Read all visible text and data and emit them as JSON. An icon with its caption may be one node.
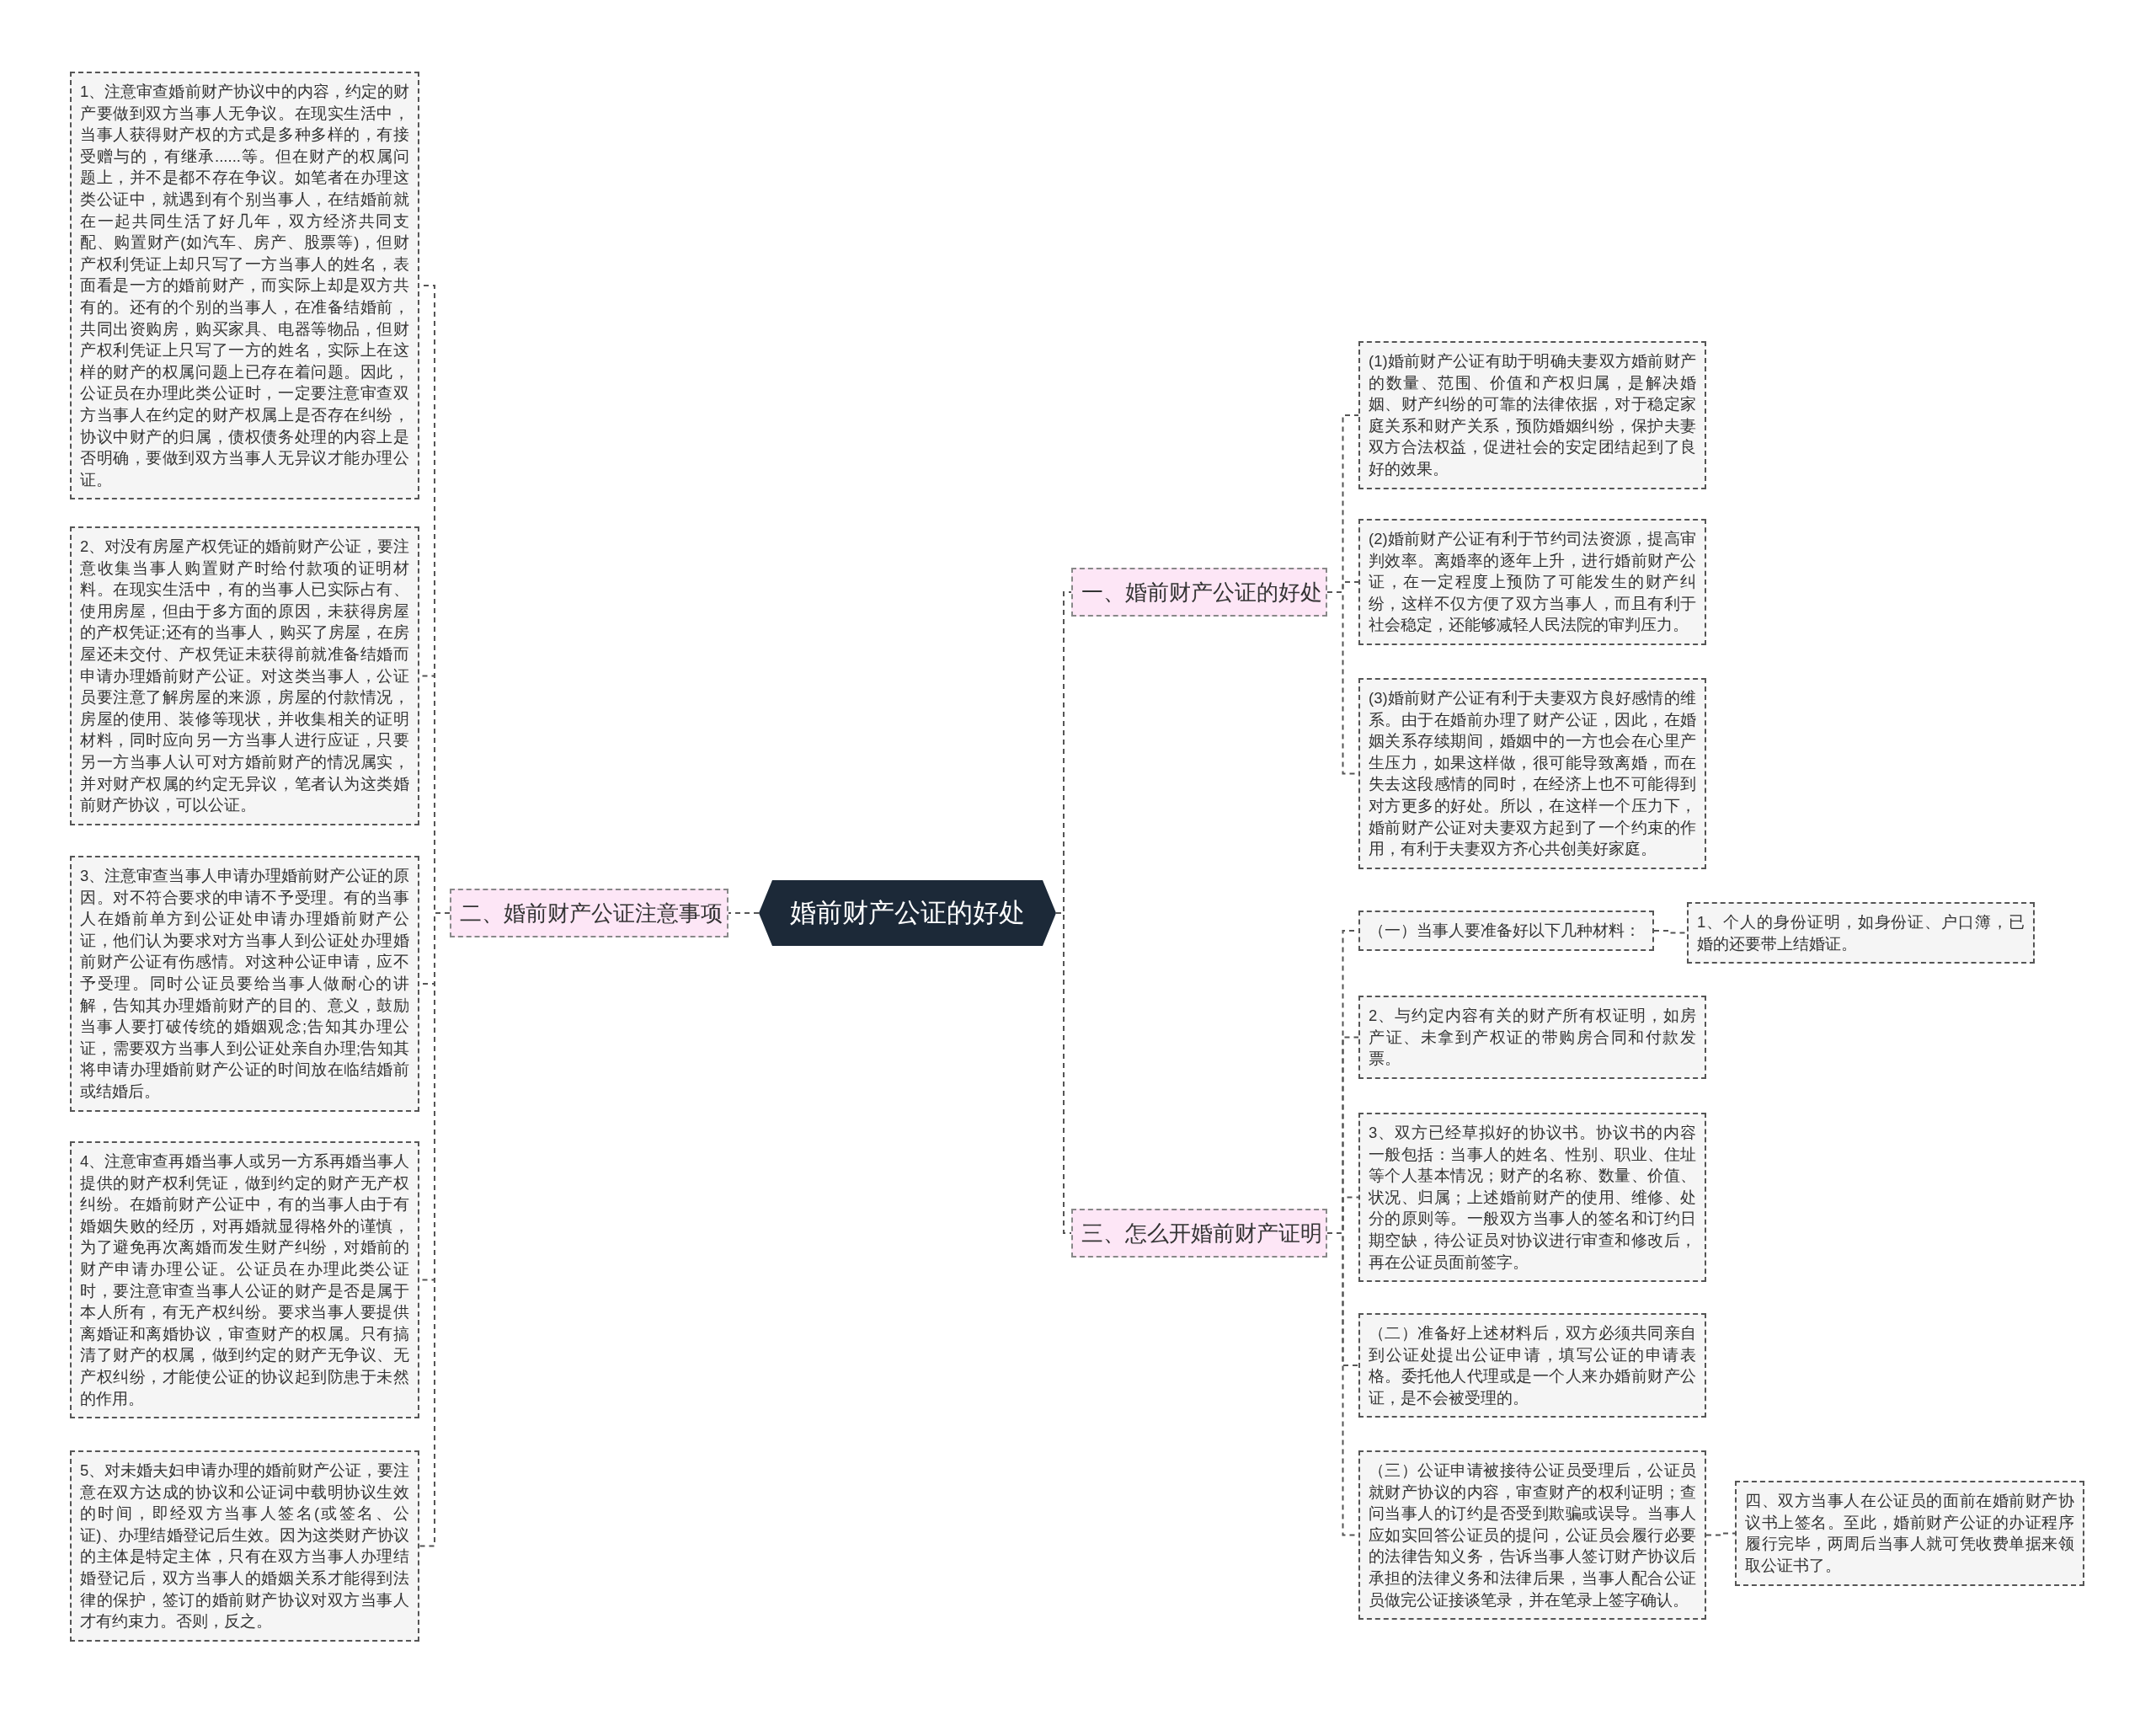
{
  "diagram": {
    "nodes": [
      {
        "text": [
          "婚前财产公证的好处"
        ]
      },
      {
        "text": [
          "二、婚前财产公证注意事项"
        ]
      },
      {
        "text": [
          "1、注意审查婚前财产协议中的内容，约定的财产要做到双方当事人无争议。在现实生活中，当事人获得财产权的方式是多种多样的，有接受赠与的，有继承......等。但在财产的权属问题上，并不是都不存在争议。如笔者在办理这类公证中，就遇到有个别当事人，在结婚前就在一起共同生活了好几年，双方经济共同支配、购置财产(如汽车、房产、股票等)，但财产权利凭证上却只写了一方当事人的姓名，表面看是一方的婚前财产，而实际上却是双方共有的。还有的个别的当事人，在准备结婚前，共同出资购房，购买家具、电器等物品，但财产权利凭证上只写了一方的姓名，实际上在这样的财产的权属问题上已存在着问题。因此，公证员在办理此类公证时，一定要注意审查双方当事人在约定的财产权属上是否存在纠纷，协议中财产的归属，债权债务处理的内容上是否明确，要做到双方当事人无异议才能办理公证。"
        ]
      },
      {
        "text": [
          "2、对没有房屋产权凭证的婚前财产公证，要注意收集当事人购置财产时给付款项的证明材料。在现实生活中，有的当事人已实际占有、使用房屋，但由于多方面的原因，未获得房屋的产权凭证;还有的当事人，购买了房屋，在房屋还未交付、产权凭证未获得前就准备结婚而申请办理婚前财产公证。对这类当事人，公证员要注意了解房屋的来源，房屋的付款情况，房屋的使用、装修等现状，并收集相关的证明材料，同时应向另一方当事人进行应证，只要另一方当事人认可对方婚前财产的情况属实，并对财产权属的约定无异议，笔者认为这类婚前财产协议，可以公证。"
        ]
      },
      {
        "text": [
          "3、注意审查当事人申请办理婚前财产公证的原因。对不符合要求的申请不予受理。有的当事人在婚前单方到公证处申请办理婚前财产公证，他们认为要求对方当事人到公证处办理婚前财产公证有伤感情。对这种公证申请，应不予受理。同时公证员要给当事人做耐心的讲解，告知其办理婚前财产的目的、意义，鼓励当事人要打破传统的婚姻观念;告知其办理公证，需要双方当事人到公证处亲自办理;告知其将申请办理婚前财产公证的时间放在临结婚前或结婚后。"
        ]
      },
      {
        "text": [
          "4、注意审查再婚当事人或另一方系再婚当事人提供的财产权利凭证，做到约定的财产无产权纠纷。在婚前财产公证中，有的当事人由于有婚姻失败的经历，对再婚就显得格外的谨慎，为了避免再次离婚而发生财产纠纷，对婚前的财产申请办理公证。公证员在办理此类公证时，要注意审查当事人公证的财产是否是属于本人所有，有无产权纠纷。要求当事人要提供离婚证和离婚协议，审查财产的权属。只有搞清了财产的权属，做到约定的财产无争议、无产权纠纷，才能使公证的协议起到防患于未然的作用。"
        ]
      },
      {
        "text": [
          "5、对未婚夫妇申请办理的婚前财产公证，要注意在双方达成的协议和公证词中载明协议生效的时间，即经双方当事人签名(或签名、公证)、办理结婚登记后生效。因为这类财产协议的主体是特定主体，只有在双方当事人办理结婚登记后，双方当事人的婚姻关系才能得到法律的保护，签订的婚前财产协议对双方当事人才有约束力。否则，反之。"
        ]
      },
      {
        "text": [
          "一、婚前财产公证的好处"
        ]
      },
      {
        "text": [
          "(1)婚前财产公证有助于明确夫妻双方婚前财产的数量、范围、价值和产权归属，是解决婚姻、财产纠纷的可靠的法律依据，对于稳定家庭关系和财产关系，预防婚姻纠纷，保护夫妻双方合法权益，促进社会的安定团结起到了良好的效果。"
        ]
      },
      {
        "text": [
          "(2)婚前财产公证有利于节约司法资源，提高审判效率。离婚率的逐年上升，进行婚前财产公证，在一定程度上预防了可能发生的财产纠纷，这样不仅方便了双方当事人，而且有利于社会稳定，还能够减轻人民法院的审判压力。"
        ]
      },
      {
        "text": [
          "(3)婚前财产公证有利于夫妻双方良好感情的维系。由于在婚前办理了财产公证，因此，在婚姻关系存续期间，婚姻中的一方也会在心里产生压力，如果这样做，很可能导致离婚，而在失去这段感情的同时，在经济上也不可能得到对方更多的好处。所以，在这样一个压力下，婚前财产公证对夫妻双方起到了一个约束的作用，有利于夫妻双方齐心共创美好家庭。"
        ]
      },
      {
        "text": [
          "三、怎么开婚前财产证明"
        ]
      },
      {
        "text": [
          "（一）当事人要准备好以下几种材料："
        ]
      },
      {
        "text": [
          "1、个人的身份证明，如身份证、户口簿，已婚的还要带上结婚证。"
        ]
      },
      {
        "text": [
          "2、与约定内容有关的财产所有权证明，如房产证、未拿到产权证的带购房合同和付款发票。"
        ]
      },
      {
        "text": [
          "3、双方已经草拟好的协议书。协议书的内容一般包括：当事人的姓名、性别、职业、住址等个人基本情况；财产的名称、数量、价值、状况、归属；上述婚前财产的使用、维修、处分的原则等。一般双方当事人的签名和订约日期空缺，待公证员对协议进行审查和修改后，再在公证员面前签字。"
        ]
      },
      {
        "text": [
          "（二）准备好上述材料后，双方必须共同亲自到公证处提出公证申请，填写公证的申请表格。委托他人代理或是一个人来办婚前财产公证，是不会被受理的。"
        ]
      },
      {
        "text": [
          "（三）公证申请被接待公证员受理后，公证员就财产协议的内容，审查财产的权利证明；查问当事人的订约是否受到欺骗或误导。当事人应如实回答公证员的提问，公证员会履行必要的法律告知义务，告诉当事人签订财产协议后承担的法律义务和法律后果，当事人配合公证员做完公证接谈笔录，并在笔录上签字确认。"
        ]
      },
      {
        "text": [
          "四、双方当事人在公证员的面前在婚前财产协议书上签名。至此，婚前财产公证的办证程序履行完毕，两周后当事人就可凭收费单据来领取公证书了。"
        ]
      }
    ],
    "edges": [
      {
        "from": 0,
        "to": 1,
        "arrow": "none"
      },
      {
        "from": 1,
        "to": 2,
        "arrow": "none"
      },
      {
        "from": 1,
        "to": 3,
        "arrow": "none"
      },
      {
        "from": 1,
        "to": 4,
        "arrow": "none"
      },
      {
        "from": 1,
        "to": 5,
        "arrow": "none"
      },
      {
        "from": 1,
        "to": 6,
        "arrow": "none"
      },
      {
        "from": 0,
        "to": 7,
        "arrow": "none"
      },
      {
        "from": 7,
        "to": 8,
        "arrow": "none"
      },
      {
        "from": 7,
        "to": 9,
        "arrow": "none"
      },
      {
        "from": 7,
        "to": 10,
        "arrow": "none"
      },
      {
        "from": 0,
        "to": 11,
        "arrow": "none"
      },
      {
        "from": 11,
        "to": 12,
        "arrow": "none"
      },
      {
        "from": 12,
        "to": 13,
        "arrow": "none"
      },
      {
        "from": 11,
        "to": 14,
        "arrow": "none"
      },
      {
        "from": 11,
        "to": 15,
        "arrow": "none"
      },
      {
        "from": 11,
        "to": 16,
        "arrow": "none"
      },
      {
        "from": 11,
        "to": 17,
        "arrow": "none"
      },
      {
        "from": 17,
        "to": 18,
        "arrow": "none"
      }
    ]
  }
}
